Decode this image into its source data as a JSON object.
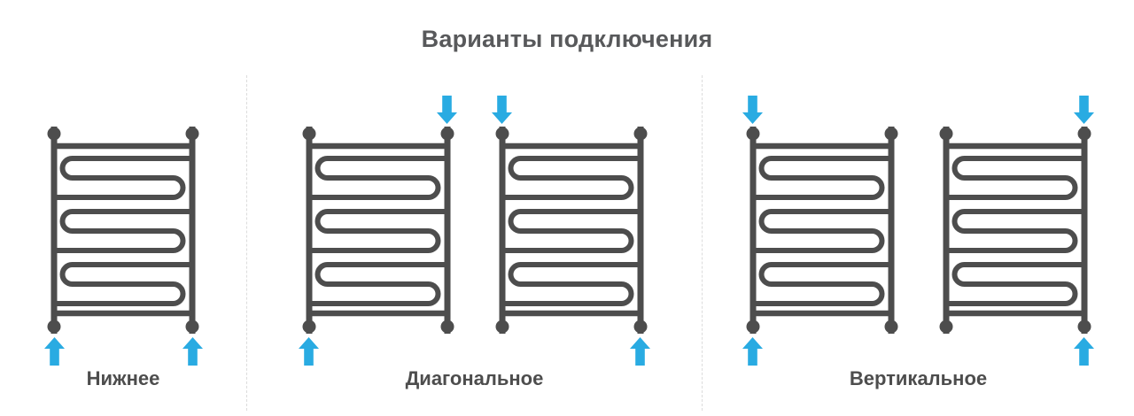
{
  "title": "Варианты подключения",
  "colors": {
    "background": "#ffffff",
    "radiator": "#4d4d4d",
    "arrow": "#29abe2",
    "divider": "#dcdcdc",
    "title_text": "#58595b",
    "label_text": "#4d4d4d"
  },
  "sections": [
    {
      "id": "bottom",
      "label": "Нижнее",
      "radiators": [
        {
          "arrows": [
            {
              "position": "bottom-left",
              "direction": "up"
            },
            {
              "position": "bottom-right",
              "direction": "up"
            }
          ]
        }
      ]
    },
    {
      "id": "diagonal",
      "label": "Диагональное",
      "radiators": [
        {
          "arrows": [
            {
              "position": "top-right",
              "direction": "down"
            },
            {
              "position": "bottom-left",
              "direction": "up"
            }
          ]
        },
        {
          "arrows": [
            {
              "position": "top-left",
              "direction": "down"
            },
            {
              "position": "bottom-right",
              "direction": "up"
            }
          ]
        }
      ]
    },
    {
      "id": "vertical",
      "label": "Вертикальное",
      "radiators": [
        {
          "arrows": [
            {
              "position": "top-left",
              "direction": "down"
            },
            {
              "position": "bottom-left",
              "direction": "up"
            }
          ]
        },
        {
          "arrows": [
            {
              "position": "top-right",
              "direction": "down"
            },
            {
              "position": "bottom-right",
              "direction": "up"
            }
          ]
        }
      ]
    }
  ]
}
